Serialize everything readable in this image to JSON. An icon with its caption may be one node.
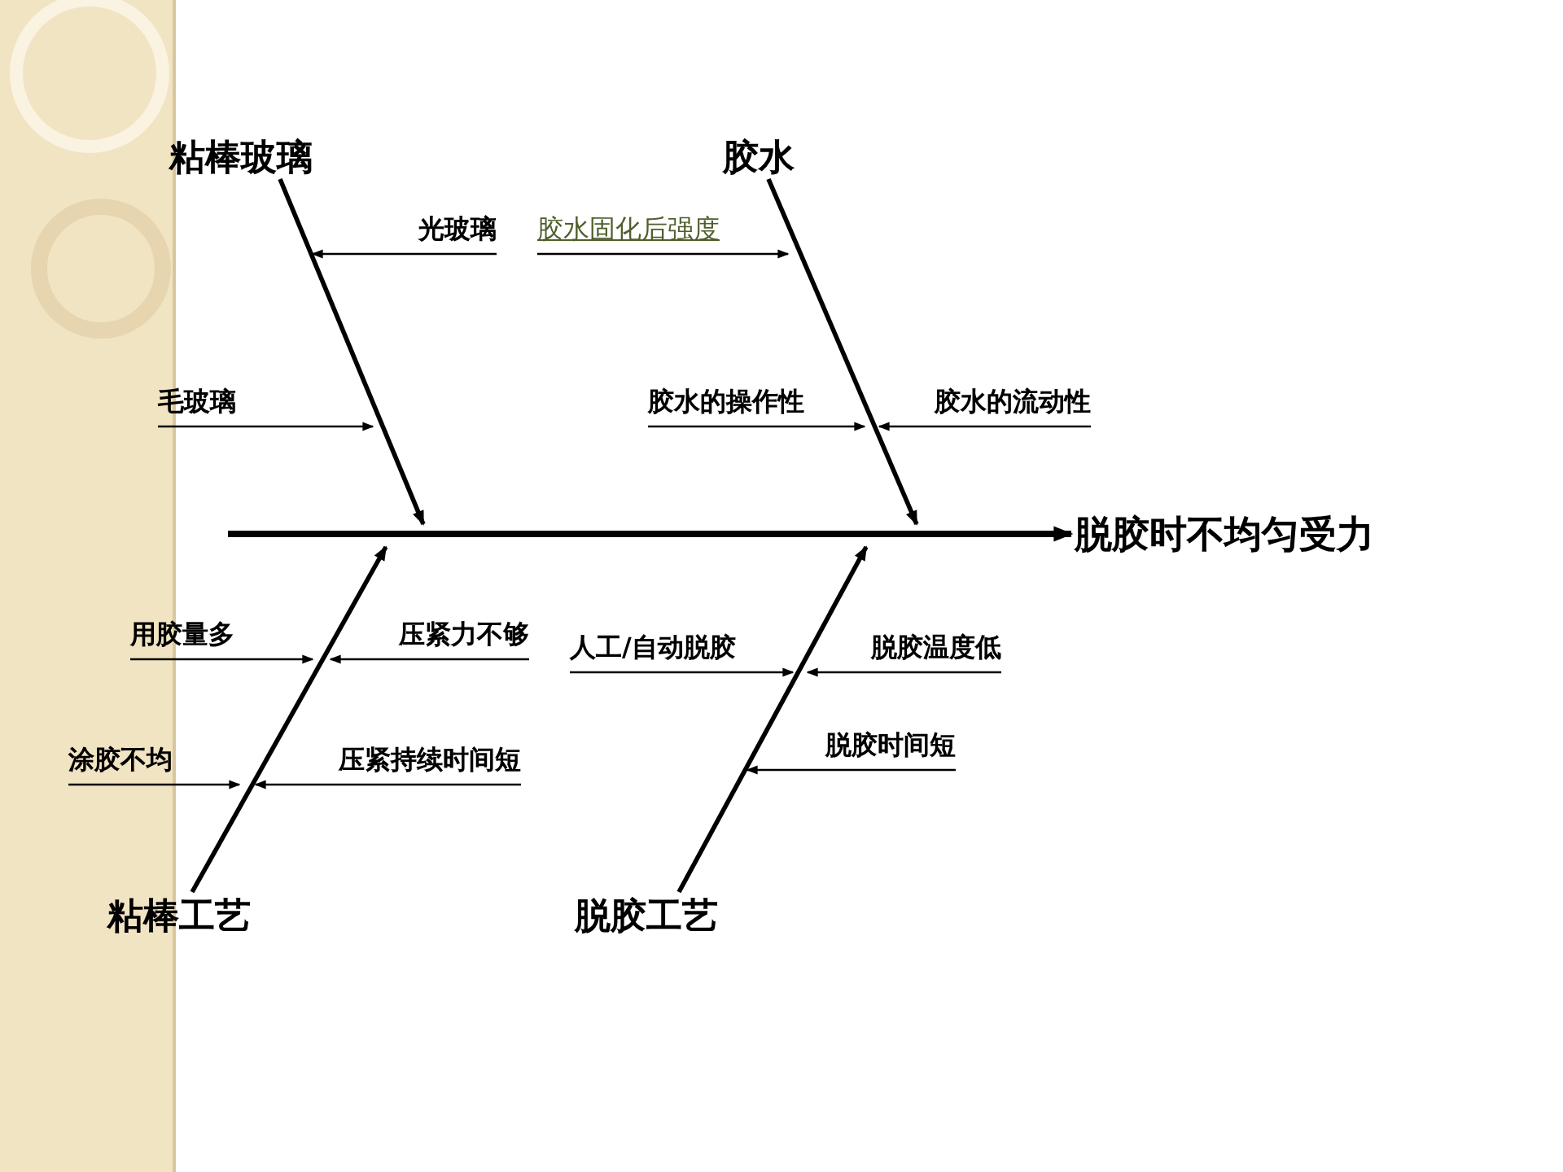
{
  "diagram": {
    "nodes": [
      {
        "text": [
          "粘棒玻璃"
        ]
      },
      {
        "text": [
          "胶水"
        ]
      },
      {
        "text": [
          "光玻璃"
        ]
      },
      {
        "text": [
          "胶水固化后强度"
        ]
      },
      {
        "text": [
          "毛玻璃"
        ]
      },
      {
        "text": [
          "胶水的操作性"
        ]
      },
      {
        "text": [
          "胶水的流动性"
        ]
      },
      {
        "text": [
          "脱胶时不均匀受力"
        ]
      },
      {
        "text": [
          "用胶量多"
        ]
      },
      {
        "text": [
          "压紧力不够"
        ]
      },
      {
        "text": [
          "人工/自动脱胶"
        ]
      },
      {
        "text": [
          "脱胶温度低"
        ]
      },
      {
        "text": [
          "涂胶不均"
        ]
      },
      {
        "text": [
          "压紧持续时间短"
        ]
      },
      {
        "text": [
          "脱胶时间短"
        ]
      },
      {
        "text": [
          "粘棒工艺"
        ]
      },
      {
        "text": [
          "脱胶工艺"
        ]
      }
    ],
    "edges": [
      {
        "from": null,
        "to": 7,
        "arrow": "to",
        "style": "thick"
      },
      {
        "from": 0,
        "to": null,
        "arrow": "to"
      },
      {
        "from": 1,
        "to": null,
        "arrow": "to"
      },
      {
        "from": 15,
        "to": null,
        "arrow": "to"
      },
      {
        "from": 16,
        "to": null,
        "arrow": "to"
      },
      {
        "from": 2,
        "to": null,
        "arrow": "to"
      },
      {
        "from": 3,
        "to": null,
        "arrow": "to"
      },
      {
        "from": 4,
        "to": null,
        "arrow": "to"
      },
      {
        "from": 5,
        "to": null,
        "arrow": "to"
      },
      {
        "from": 6,
        "to": null,
        "arrow": "to"
      },
      {
        "from": 8,
        "to": null,
        "arrow": "to"
      },
      {
        "from": 9,
        "to": null,
        "arrow": "to"
      },
      {
        "from": 10,
        "to": null,
        "arrow": "to"
      },
      {
        "from": 11,
        "to": null,
        "arrow": "to"
      },
      {
        "from": 12,
        "to": null,
        "arrow": "to"
      },
      {
        "from": 13,
        "to": null,
        "arrow": "to"
      },
      {
        "from": 14,
        "to": null,
        "arrow": "to"
      }
    ]
  }
}
